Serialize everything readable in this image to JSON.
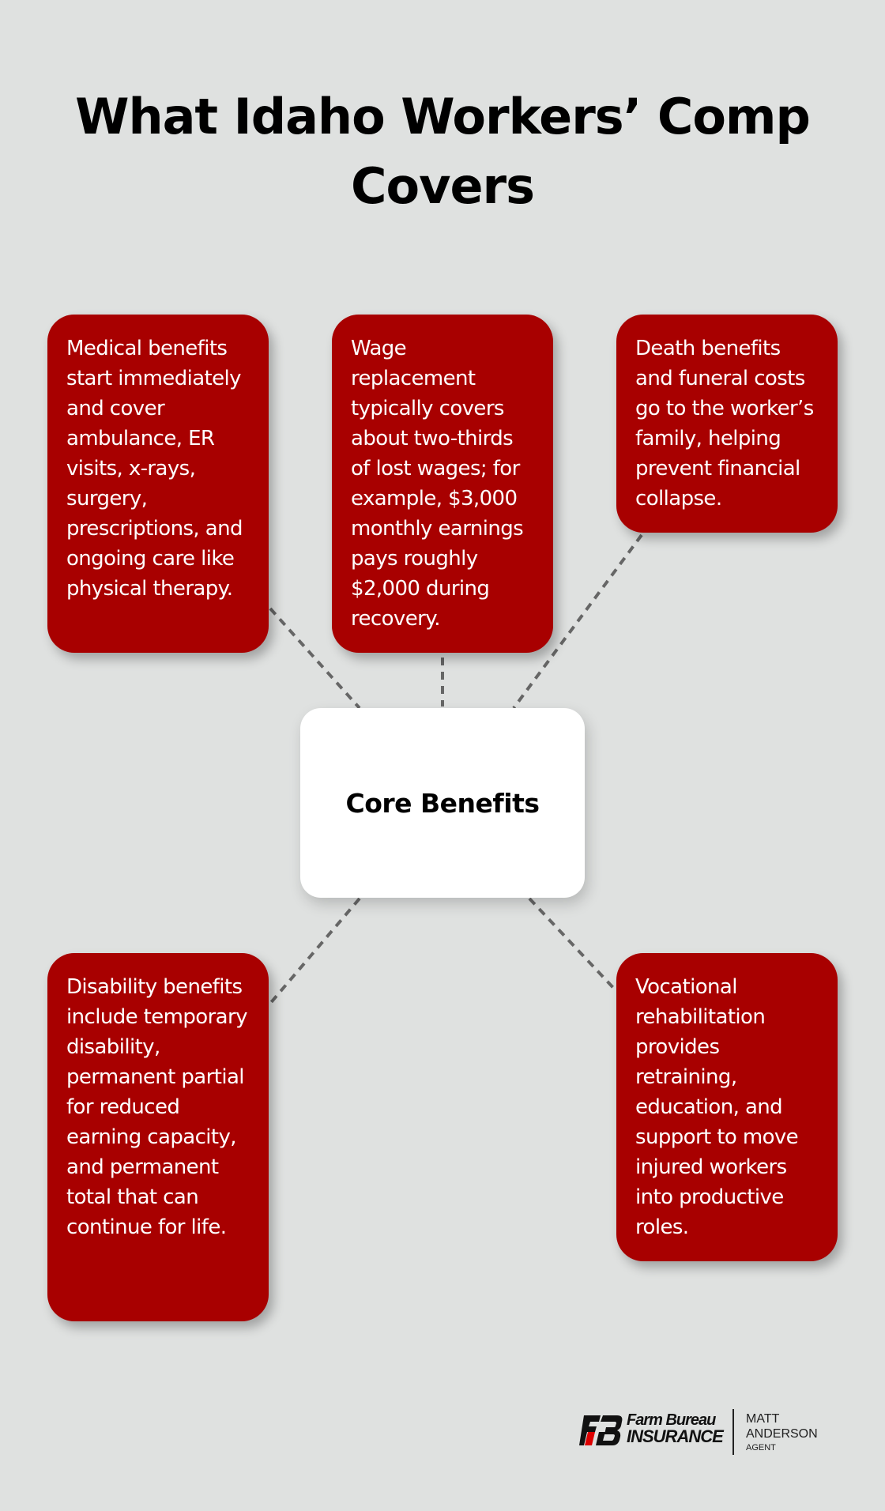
{
  "title": {
    "line1": "What Idaho Workers’ Comp",
    "line2": "Covers"
  },
  "center": {
    "label": "Core Benefits"
  },
  "cards": [
    {
      "id": "medical",
      "text": "Medical benefits start immediately and cover ambulance, ER visits, x-rays, surgery, prescriptions, and ongoing care like physical therapy."
    },
    {
      "id": "wage",
      "text": "Wage replacement typically covers about two-thirds of lost wages; for example, $3,000 monthly earnings pays roughly $2,000 during recovery."
    },
    {
      "id": "death",
      "text": "Death benefits and funeral costs go to the worker’s family, helping prevent financial collapse."
    },
    {
      "id": "disability",
      "text": "Disability benefits include temporary disability, permanent partial for reduced earning capacity, and permanent total that can continue for life."
    },
    {
      "id": "vocational",
      "text": "Vocational rehabilitation provides retraining, education, and support to move injured workers into productive roles."
    }
  ],
  "footer": {
    "brand_line1": "Farm Bureau",
    "brand_line2": "INSURANCE",
    "agent_first": "MATT",
    "agent_last": "ANDERSON",
    "agent_role": "AGENT"
  },
  "colors": {
    "background": "#dfe1e0",
    "card": "#a80000",
    "center": "#ffffff",
    "connector": "#666666"
  }
}
